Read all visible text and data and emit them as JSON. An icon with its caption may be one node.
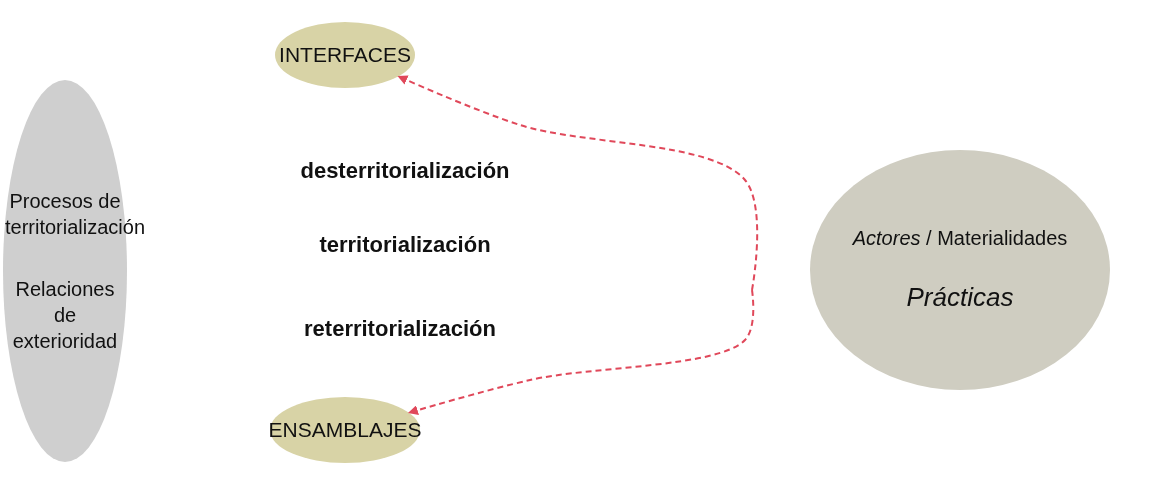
{
  "diagram": {
    "nodes": [
      {
        "text": [
          "Procesos de territorialización",
          "Relaciones de exterioridad"
        ]
      },
      {
        "text": [
          "INTERFACES"
        ]
      },
      {
        "text": [
          "ENSAMBLAJES"
        ]
      },
      {
        "text": [
          "*Actores* / Materialidades",
          "Prácticas"
        ]
      }
    ],
    "edges": [
      {
        "from": null,
        "to": 1,
        "arrow": "to",
        "style": "dashed",
        "color": "#e0485a"
      },
      {
        "from": null,
        "to": 2,
        "arrow": "to",
        "style": "dashed",
        "color": "#e0485a"
      }
    ],
    "labels": [
      "desterritorialización",
      "territorialización",
      "reterritorialización"
    ]
  }
}
